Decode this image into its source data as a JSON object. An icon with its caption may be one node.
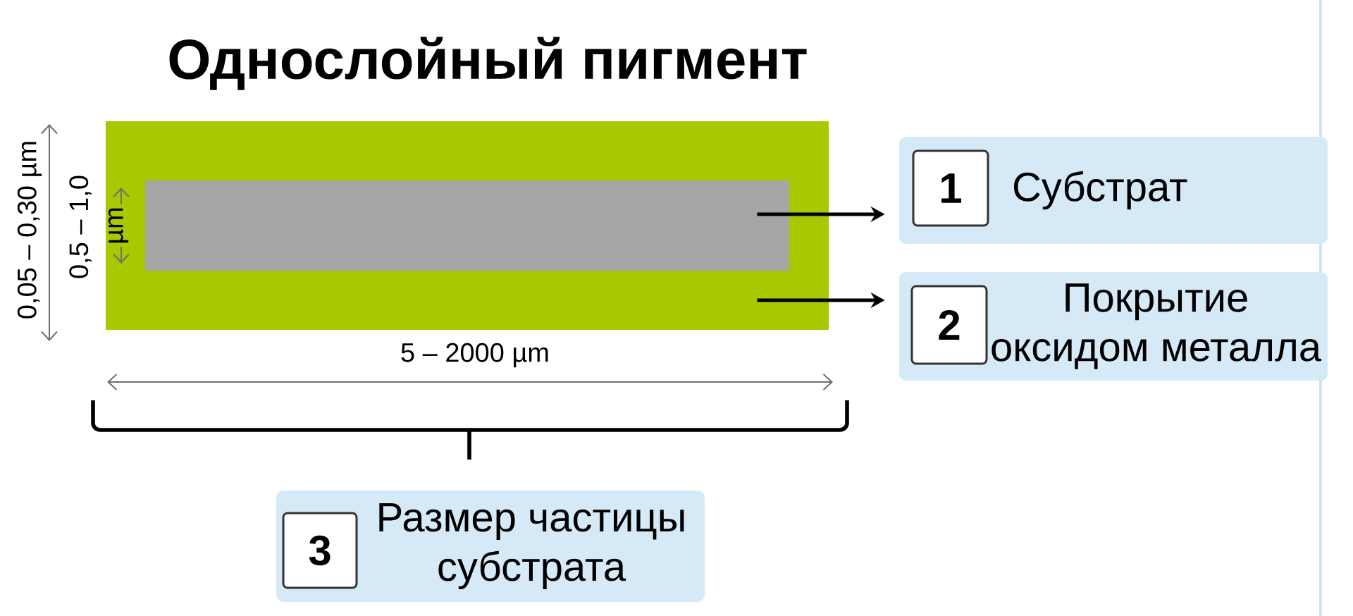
{
  "diagram": {
    "title": "Однослойный пигмент",
    "nodes": [
      {
        "text": [],
        "shape": "box"
      },
      {
        "text": [],
        "shape": "box",
        "in": 0
      },
      {
        "text": [
          "Субстрат"
        ]
      },
      {
        "text": [
          "1"
        ],
        "in": 2
      },
      {
        "text": [
          "Покрытие оксидом металла"
        ]
      },
      {
        "text": [
          "2"
        ],
        "in": 4
      },
      {
        "text": [
          "Размер частицы субстрата"
        ]
      },
      {
        "text": [
          "3"
        ],
        "in": 6
      }
    ],
    "edges": [
      {
        "from": 1,
        "to": 2,
        "arrow": "to"
      },
      {
        "from": 0,
        "to": 4,
        "arrow": "to"
      }
    ],
    "labels": [
      "0,05 – 0,30 µm",
      "0,5 – 1,0",
      "µm",
      "5 – 2000 µm"
    ]
  }
}
